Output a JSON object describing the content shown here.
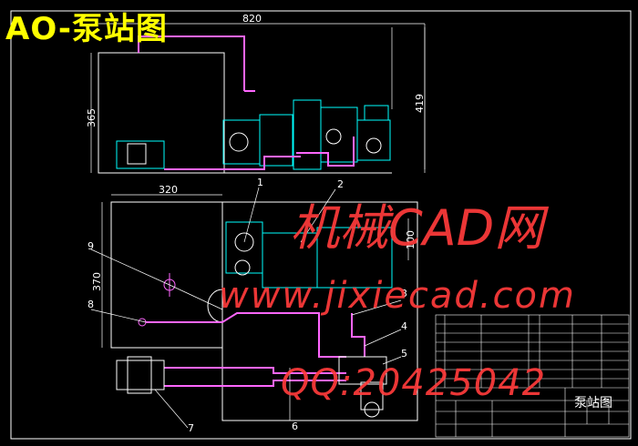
{
  "title": "AO-泵站图",
  "dimensions": {
    "top_width": "820",
    "top_left_height": "365",
    "top_right_height": "419",
    "bottom_width": "320",
    "bottom_left_height": "370",
    "bottom_right_height": "100"
  },
  "balloons": [
    "1",
    "2",
    "3",
    "4",
    "5",
    "6",
    "7",
    "8",
    "9"
  ],
  "watermark": {
    "line1": "机械CAD网",
    "line2": "www.jixiecad.com",
    "line3": "QQ:20425042"
  },
  "title_block": {
    "drawing_name": "泵站图"
  },
  "colors": {
    "background": "#000000",
    "title": "#ffff00",
    "watermark": "#ff3b3b",
    "pipe": "#ff66ff",
    "component": "#00ffff",
    "dimension": "#ffffff"
  }
}
